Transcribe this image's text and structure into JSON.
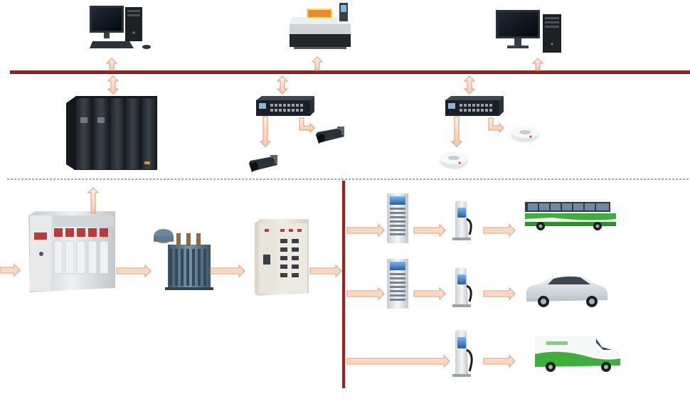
{
  "diagram": {
    "type": "charging-station-system-architecture",
    "colors": {
      "bus_line": "#a51c1c",
      "arrow_fill": "#fbe6d6",
      "arrow_stroke": "#e09a72",
      "dashed_divider": "#555555",
      "cabinet_dark": "#2a2e36",
      "switchgear_grey": "#d9dcdf",
      "switchgear_red": "#b83a3a",
      "transformer_blue": "#5c7d92",
      "charger_body": "#dfe3e6",
      "charger_screen": "#3a7fc2",
      "vehicle_green": "#3fae3c",
      "vehicle_white": "#f6f7f8",
      "car_silver": "#dfe4ea"
    },
    "tiers": [
      "management-tier",
      "network-tier",
      "power-tier"
    ],
    "nodes": {
      "management": [
        {
          "id": "pc-left",
          "icon": "desktop-computer-icon"
        },
        {
          "id": "printer",
          "icon": "printer-icon"
        },
        {
          "id": "pc-right",
          "icon": "desktop-computer-icon"
        }
      ],
      "network": [
        {
          "id": "server-cabinet",
          "icon": "server-rack-icon"
        },
        {
          "id": "switch-middle",
          "icon": "network-switch-icon"
        },
        {
          "id": "camera-1",
          "icon": "cctv-camera-icon"
        },
        {
          "id": "camera-2",
          "icon": "cctv-camera-icon"
        },
        {
          "id": "switch-right",
          "icon": "network-switch-icon"
        },
        {
          "id": "smoke-detector-1",
          "icon": "smoke-detector-icon"
        },
        {
          "id": "smoke-detector-2",
          "icon": "smoke-detector-icon"
        }
      ],
      "power": [
        {
          "id": "hv-switchgear",
          "icon": "switchgear-cabinet-icon"
        },
        {
          "id": "transformer",
          "icon": "transformer-icon"
        },
        {
          "id": "lv-distribution-cabinet",
          "icon": "distribution-cabinet-icon"
        },
        {
          "id": "charging-module-cabinet-1",
          "icon": "charging-cabinet-icon"
        },
        {
          "id": "charging-module-cabinet-2",
          "icon": "charging-cabinet-icon"
        },
        {
          "id": "charger-1",
          "icon": "ev-charger-icon"
        },
        {
          "id": "charger-2",
          "icon": "ev-charger-icon"
        },
        {
          "id": "charger-3",
          "icon": "ev-charger-icon"
        },
        {
          "id": "electric-bus",
          "icon": "bus-icon"
        },
        {
          "id": "electric-car",
          "icon": "car-icon"
        },
        {
          "id": "electric-van",
          "icon": "van-icon"
        }
      ]
    }
  }
}
